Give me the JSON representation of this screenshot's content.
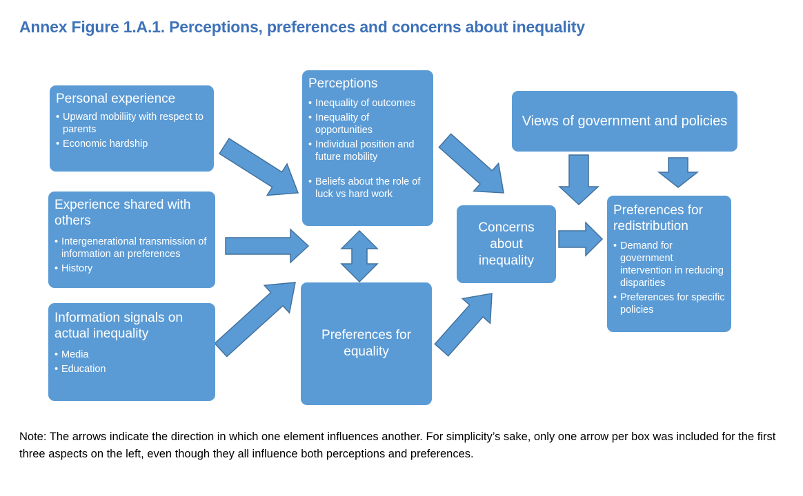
{
  "title": "Annex Figure 1.A.1. Perceptions, preferences and concerns about inequality",
  "boxes": {
    "personal": {
      "heading": "Personal experience",
      "items": [
        "Upward mobiliity with respect to parents",
        "Economic hardship"
      ]
    },
    "shared": {
      "heading": "Experience shared with others",
      "items": [
        "Intergenerational transmission of information an preferences",
        "History"
      ]
    },
    "signals": {
      "heading": "Information signals on actual inequality",
      "items": [
        "Media",
        "Education"
      ]
    },
    "perceptions": {
      "heading": "Perceptions",
      "items": [
        "Inequality of outcomes",
        "Inequality of opportunities",
        "Individual position and future mobility",
        "Beliefs about the role of luck vs hard work"
      ]
    },
    "equality": {
      "heading": "Preferences for equality"
    },
    "concerns": {
      "heading": "Concerns about inequality"
    },
    "views": {
      "heading": "Views of government and policies"
    },
    "redistribution": {
      "heading": "Preferences for redistribution",
      "items": [
        "Demand for government intervention in reducing disparities",
        "Preferences for specific policies"
      ]
    }
  },
  "colors": {
    "box": "#5b9bd5",
    "arrow_stroke": "#41719c",
    "title": "#3e72b8"
  },
  "note": "Note: The arrows indicate the direction in which one element influences another. For simplicity’s sake, only one arrow per box was included for the first three aspects on the left, even though they all influence both perceptions and preferences."
}
